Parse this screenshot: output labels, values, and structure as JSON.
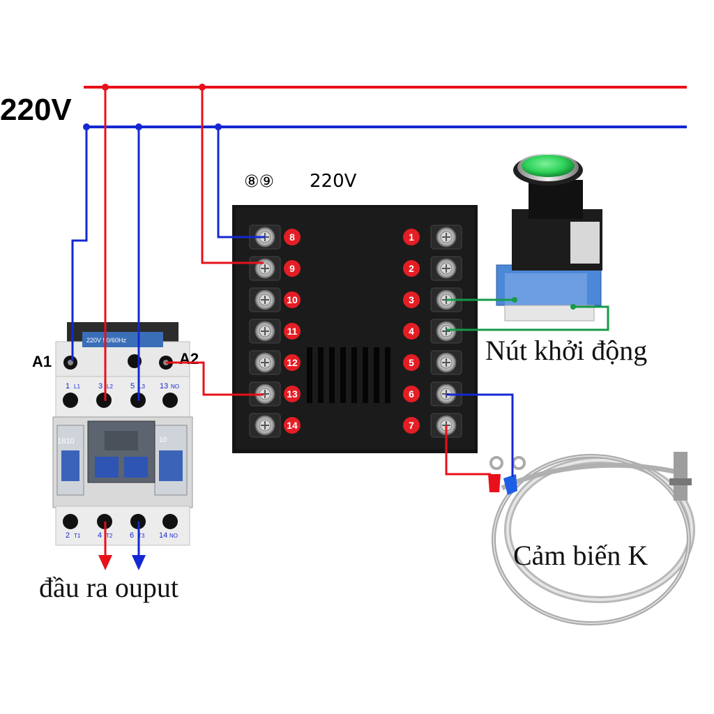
{
  "supply_label": "220V",
  "controller": {
    "power_note_circles": "⑧⑨",
    "power_note_voltage": "220V",
    "left_terminals": [
      "8",
      "9",
      "10",
      "11",
      "12",
      "13",
      "14"
    ],
    "right_terminals": [
      "1",
      "2",
      "3",
      "4",
      "5",
      "6",
      "7"
    ]
  },
  "contactor": {
    "coil_a1": "A1",
    "coil_a2": "A2",
    "top_labels": [
      "1",
      "L1",
      "3",
      "L2",
      "5",
      "L3",
      "13",
      "NO"
    ],
    "bottom_labels": [
      "2",
      "T1",
      "4",
      "T2",
      "6",
      "T3",
      "14",
      "NO"
    ],
    "model": "1810",
    "rating": "220V 50/60Hz",
    "aux_label": "10"
  },
  "start_button_label": "Nút khởi động",
  "sensor_label": "Cảm biến K",
  "output_label": "đầu ra ouput",
  "colors": {
    "live": "#e8101a",
    "neutral": "#1428d2",
    "switch": "#159a4a",
    "controller_body": "#151515",
    "terminal_number": "#e31e24",
    "button_green": "#2fd35a",
    "button_base": "#4c88d8"
  }
}
